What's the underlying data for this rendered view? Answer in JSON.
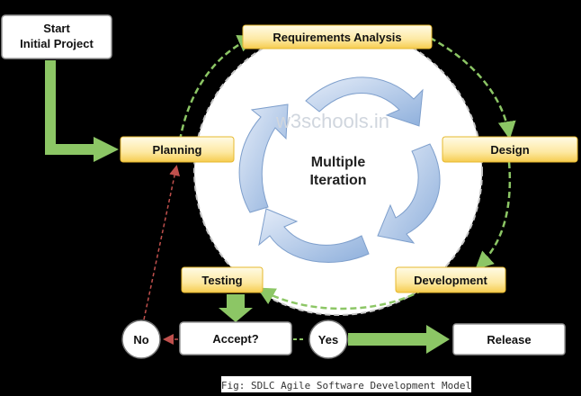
{
  "diagram": {
    "start_label_line1": "Start",
    "start_label_line2": "Initial Project",
    "phases": {
      "requirements": "Requirements Analysis",
      "design": "Design",
      "development": "Development",
      "testing": "Testing",
      "planning": "Planning"
    },
    "center_line1": "Multiple",
    "center_line2": "Iteration",
    "watermark": "w3schools.in",
    "decision": "Accept?",
    "no_label": "No",
    "yes_label": "Yes",
    "release": "Release",
    "caption": "Fig: SDLC Agile Software Development Model"
  },
  "colors": {
    "background": "#000000",
    "phase_fill": "#fde9a3",
    "phase_edge": "#f1c232",
    "green_arrow": "#8cc665",
    "red_arrow": "#c0504d",
    "blue_arrow": "#9ab8e0"
  }
}
